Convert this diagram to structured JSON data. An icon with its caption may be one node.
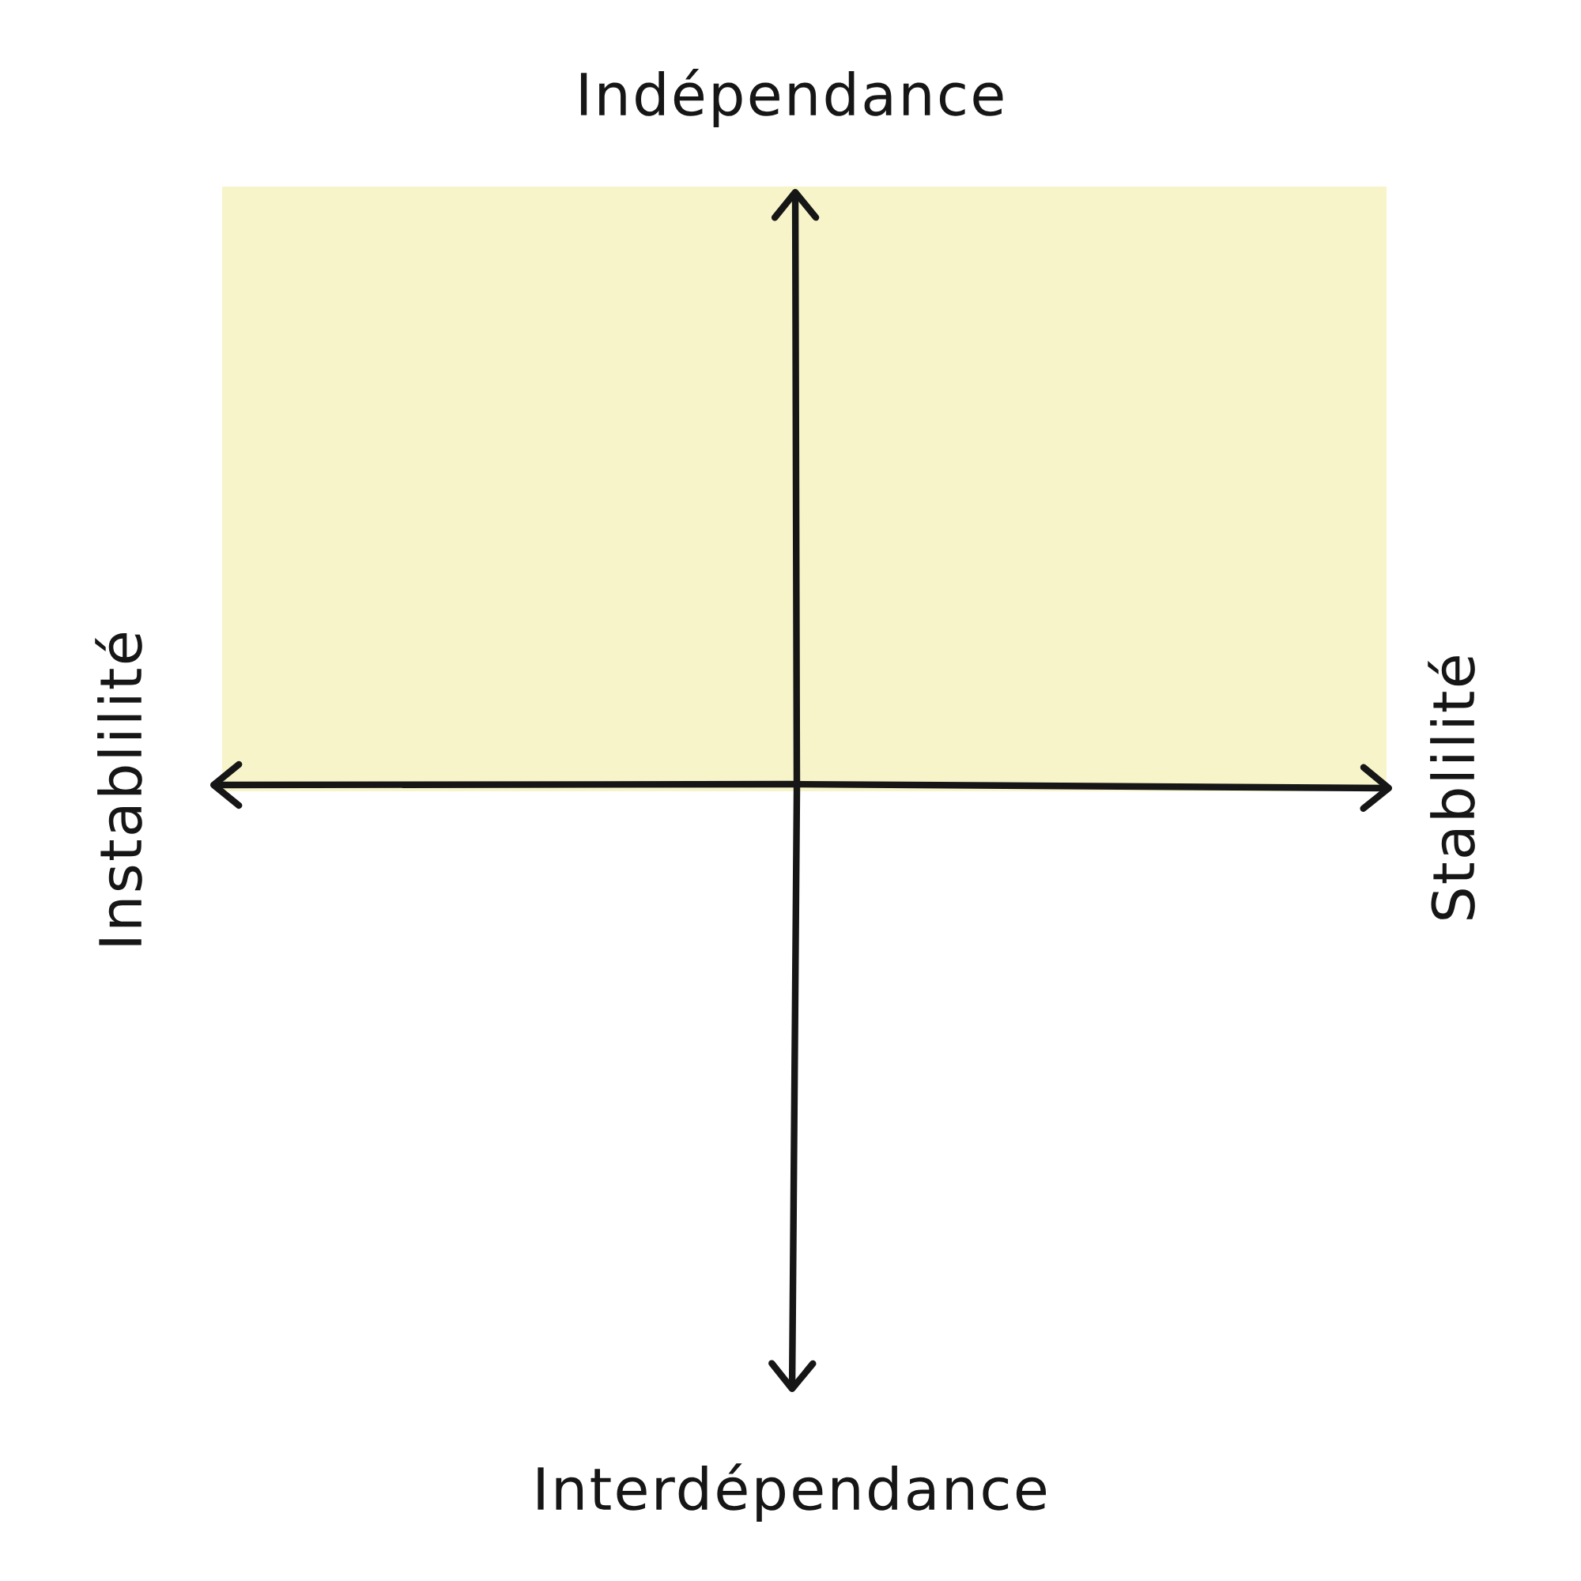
{
  "diagram": {
    "nodes": [
      {
        "text": [],
        "shape": "box"
      }
    ],
    "labels": [
      "Indépendance",
      "Instablilité",
      "Stablilité",
      "Interdépendance"
    ]
  }
}
